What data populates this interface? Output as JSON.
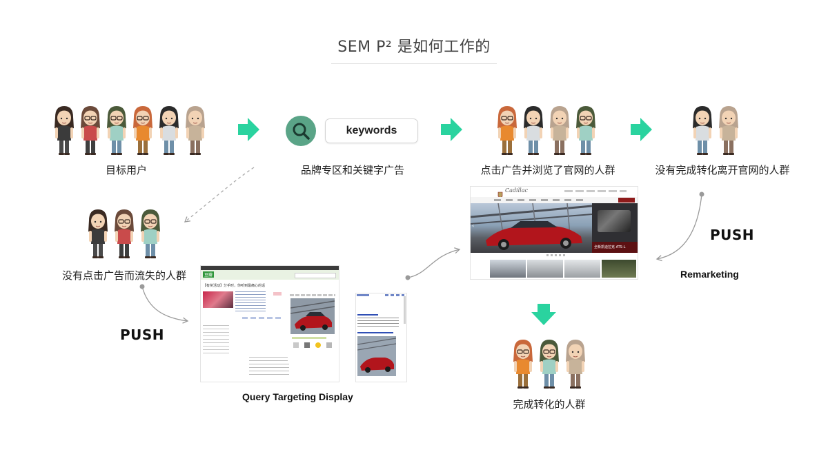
{
  "title": "SEM P² 是如何工作的",
  "labels": {
    "target_users": "目标用户",
    "brand_keywords": "品牌专区和关键字广告",
    "clicked_browsed": "点击广告并浏览了官网的人群",
    "left_without_convert": "没有完成转化离开官网的人群",
    "not_clicked_lost": "没有点击广告而流失的人群",
    "converted": "完成转化的人群"
  },
  "keywords_box": "keywords",
  "push_left": "PUSH",
  "push_right": "PUSH",
  "query_targeting": "Query Targeting Display",
  "remarketing": "Remarketing",
  "colors": {
    "arrow_green": "#2ad39f",
    "search_circle": "#5aa487",
    "connector": "#9a9a9a"
  },
  "groups": {
    "target_users": 6,
    "clicked_browsed": 4,
    "left_without_convert": 2,
    "not_clicked_lost": 3,
    "converted": 3
  },
  "screenshots": {
    "cadillac_site": {
      "brand": "Cadillac",
      "promo": "全新凯迪拉克 ATS-L"
    },
    "search_page": {
      "logo_text": "豆瓣",
      "headline": "【有奖活动】分手时，你听到最痛心的话"
    }
  }
}
